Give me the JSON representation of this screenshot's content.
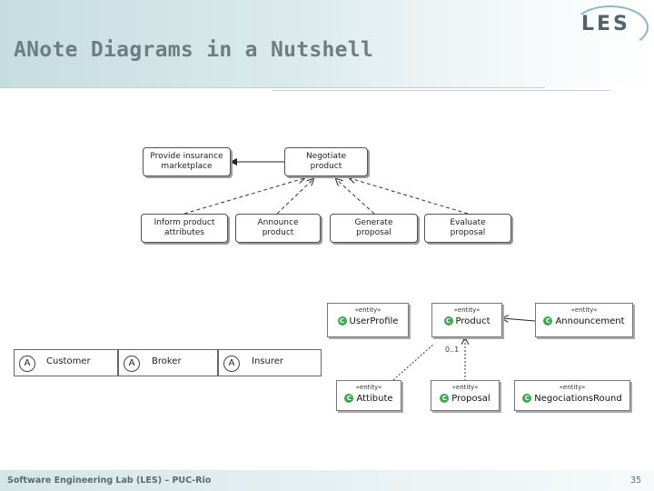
{
  "header": {
    "title": "ANote Diagrams in a Nutshell",
    "logo": "LES"
  },
  "task_diagram": {
    "nodes": {
      "provide": "Provide insurance\nmarketplace",
      "negotiate": "Negotiate\nproduct",
      "inform": "Inform product\nattributes",
      "announce": "Announce\nproduct",
      "generate": "Generate\nproposal",
      "evaluate": "Evaluate\nproposal"
    }
  },
  "agent_diagram": {
    "agents": [
      {
        "icon": "A",
        "name": "Customer"
      },
      {
        "icon": "A",
        "name": "Broker"
      },
      {
        "icon": "A",
        "name": "Insurer"
      }
    ]
  },
  "entity_diagram": {
    "stereotype": "«entity»",
    "icon_letter": "C",
    "entities": {
      "user_profile": "UserProfile",
      "product": "Product",
      "announcement": "Announcement",
      "attribute": "Attibute",
      "proposal": "Proposal",
      "round": "NegociationsRound"
    },
    "multiplicity": "0..1"
  },
  "footer": {
    "text": "Software Engineering Lab (LES) – PUC-Rio",
    "page": "35"
  },
  "colors": {
    "header_band": "#c5dde0",
    "title_text": "#6e7c83",
    "entity_icon": "#3fa652"
  }
}
